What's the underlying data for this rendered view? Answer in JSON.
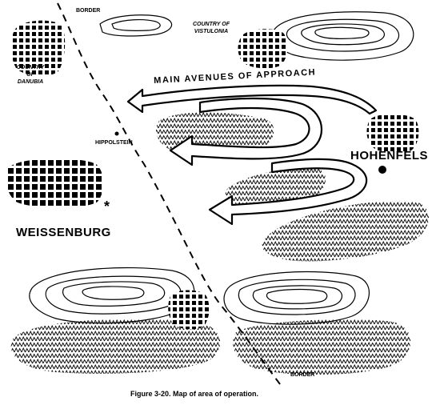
{
  "map": {
    "labels": {
      "border_top": "BORDER",
      "border_bottom": "BORDER",
      "country_vistulonia": "COUNTRY OF VISTULONIA",
      "country_danubia": "COUNTRY OF DANUBIA",
      "main_avenues": "MAIN AVENUES OF APPROACH",
      "hippolstein": "HIPPOLSTEIN",
      "hohenfels": "HOHENFELS",
      "weissenburg": "WEISSENBURG"
    },
    "legend_symbols": {
      "town": "dot",
      "capital": "star",
      "urban_area": "checkerboard",
      "forest": "tree-hatching",
      "hills": "contour-lines",
      "border": "dashed-line",
      "avenue_of_approach": "hollow-arrow"
    }
  },
  "caption": "Figure 3-20.  Map of area of operation."
}
